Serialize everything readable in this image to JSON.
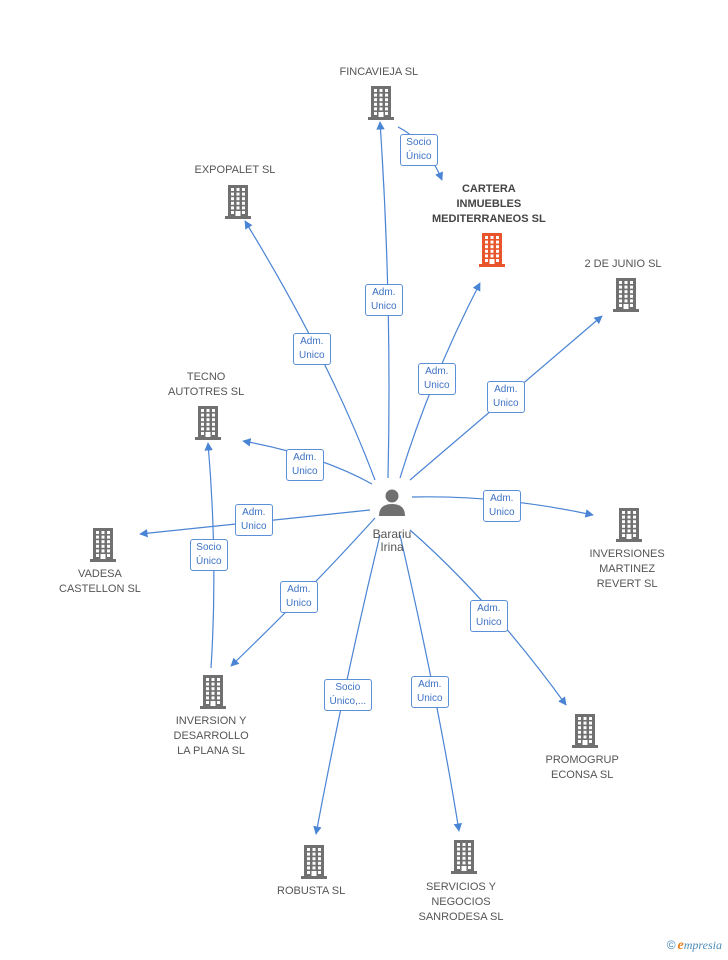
{
  "center": {
    "name": "Barariu Irina"
  },
  "companies": [
    {
      "id": "fincavieja",
      "label": "FINCAVIEJA SL",
      "highlight": false
    },
    {
      "id": "expopalet",
      "label": "EXPOPALET SL",
      "highlight": false
    },
    {
      "id": "cartera",
      "label": "CARTERA INMUEBLES MEDITERRANEOS SL",
      "highlight": true
    },
    {
      "id": "2dejunio",
      "label": "2 DE JUNIO SL",
      "highlight": false
    },
    {
      "id": "tecno",
      "label": "TECNO AUTOTRES SL",
      "highlight": false
    },
    {
      "id": "vadesa",
      "label": "VADESA CASTELLON SL",
      "highlight": false
    },
    {
      "id": "inversiones_martinez",
      "label": "INVERSIONES MARTINEZ REVERT SL",
      "highlight": false
    },
    {
      "id": "inversion_desarrollo",
      "label": "INVERSION Y DESARROLLO LA PLANA SL",
      "highlight": false
    },
    {
      "id": "promogrup",
      "label": "PROMOGRUP ECONSA SL",
      "highlight": false
    },
    {
      "id": "robusta",
      "label": "ROBUSTA SL",
      "highlight": false
    },
    {
      "id": "servicios",
      "label": "SERVICIOS Y NEGOCIOS SANRODESA SL",
      "highlight": false
    }
  ],
  "relations": [
    {
      "from": "center",
      "to": "fincavieja",
      "label": "Adm. Unico"
    },
    {
      "from": "fincavieja",
      "to": "cartera",
      "label": "Socio Único"
    },
    {
      "from": "center",
      "to": "expopalet",
      "label": "Adm. Unico"
    },
    {
      "from": "center",
      "to": "cartera",
      "label": "Adm. Unico"
    },
    {
      "from": "center",
      "to": "2dejunio",
      "label": "Adm. Unico"
    },
    {
      "from": "center",
      "to": "tecno",
      "label": "Adm. Unico"
    },
    {
      "from": "center",
      "to": "vadesa",
      "label": "Adm. Unico"
    },
    {
      "from": "inversion_desarrollo",
      "to": "tecno",
      "label": "Socio Único"
    },
    {
      "from": "center",
      "to": "inversiones_martinez",
      "label": "Adm. Unico"
    },
    {
      "from": "center",
      "to": "inversion_desarrollo",
      "label": "Adm. Unico"
    },
    {
      "from": "center",
      "to": "promogrup",
      "label": "Adm. Unico"
    },
    {
      "from": "center",
      "to": "robusta",
      "label": "Socio Único,..."
    },
    {
      "from": "center",
      "to": "servicios",
      "label": "Adm. Unico"
    }
  ],
  "colors": {
    "line": "#4a84d4",
    "building": "#707070",
    "highlight": "#e8552d",
    "person": "#707070"
  },
  "footer": {
    "copyright": "©",
    "brand_initial": "e",
    "brand_rest": "mpresia"
  }
}
